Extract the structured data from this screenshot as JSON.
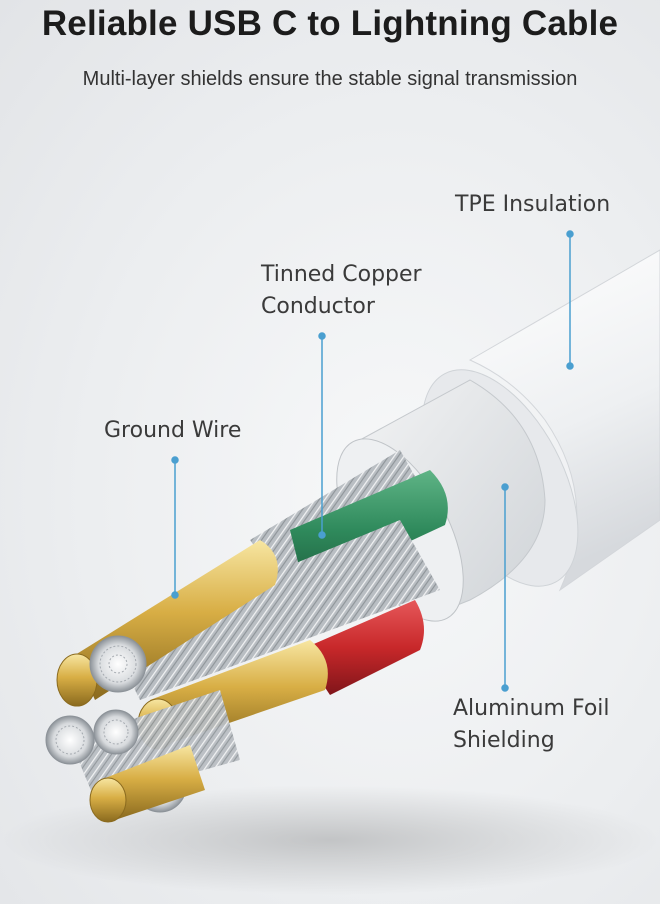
{
  "header": {
    "title": "Reliable USB C to Lightning Cable",
    "subtitle": "Multi-layer shields ensure the stable signal transmission"
  },
  "labels": {
    "tpe": {
      "line1": "TPE Insulation"
    },
    "copper": {
      "line1": "Tinned Copper",
      "line2": "Conductor"
    },
    "ground": {
      "line1": "Ground Wire"
    },
    "foil": {
      "line1": "Aluminum Foil",
      "line2": "Shielding"
    }
  },
  "colors": {
    "leader_line": "#4a9fd0",
    "green_wire": "#2f8a5c",
    "red_wire": "#c8282a",
    "gold_tip": "#d9b24a",
    "jacket": "#f4f5f6"
  }
}
